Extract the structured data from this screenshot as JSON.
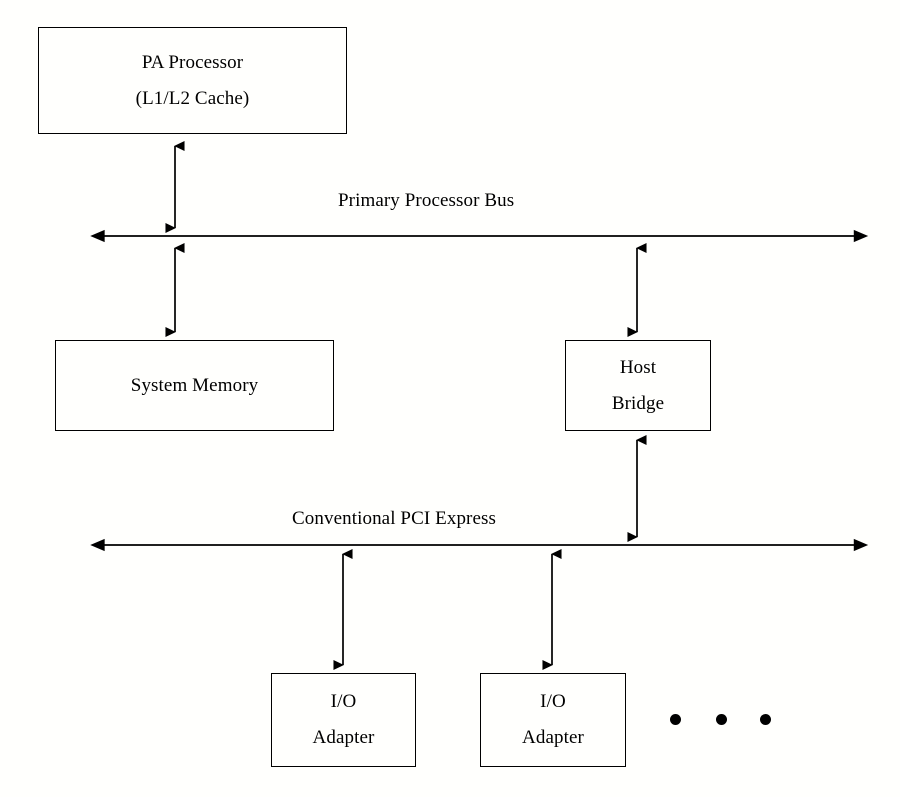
{
  "diagram": {
    "title": "PA Processor system block diagram",
    "style": {
      "stroke": "#000000",
      "background": "#fffffd",
      "text": "#000000"
    },
    "nodes": [
      {
        "id": "pa-processor",
        "lines": [
          "PA Processor",
          "(L1/L2 Cache)"
        ]
      },
      {
        "id": "system-memory",
        "lines": [
          "System Memory"
        ]
      },
      {
        "id": "host-bridge",
        "lines": [
          "Host",
          "Bridge"
        ]
      },
      {
        "id": "io-adapter-1",
        "lines": [
          "I/O",
          "Adapter"
        ]
      },
      {
        "id": "io-adapter-2",
        "lines": [
          "I/O",
          "Adapter"
        ]
      }
    ],
    "buses": [
      {
        "id": "primary-processor-bus",
        "label": "Primary Processor Bus"
      },
      {
        "id": "conventional-pci-express",
        "label": "Conventional PCI Express"
      }
    ],
    "connections": [
      {
        "id": "pa-processor-to-primary-bus",
        "from": "pa-processor",
        "to": "primary-processor-bus",
        "arrows": "both"
      },
      {
        "id": "primary-bus-to-system-memory",
        "from": "primary-processor-bus",
        "to": "system-memory",
        "arrows": "both"
      },
      {
        "id": "primary-bus-to-host-bridge",
        "from": "primary-processor-bus",
        "to": "host-bridge",
        "arrows": "both"
      },
      {
        "id": "host-bridge-to-pci-express",
        "from": "host-bridge",
        "to": "conventional-pci-express",
        "arrows": "both"
      },
      {
        "id": "pci-express-to-io-adapter-1",
        "from": "conventional-pci-express",
        "to": "io-adapter-1",
        "arrows": "both"
      },
      {
        "id": "pci-express-to-io-adapter-2",
        "from": "conventional-pci-express",
        "to": "io-adapter-2",
        "arrows": "both"
      }
    ],
    "ellipsis": {
      "id": "more-io-adapters-ellipsis",
      "dots": 3
    }
  }
}
